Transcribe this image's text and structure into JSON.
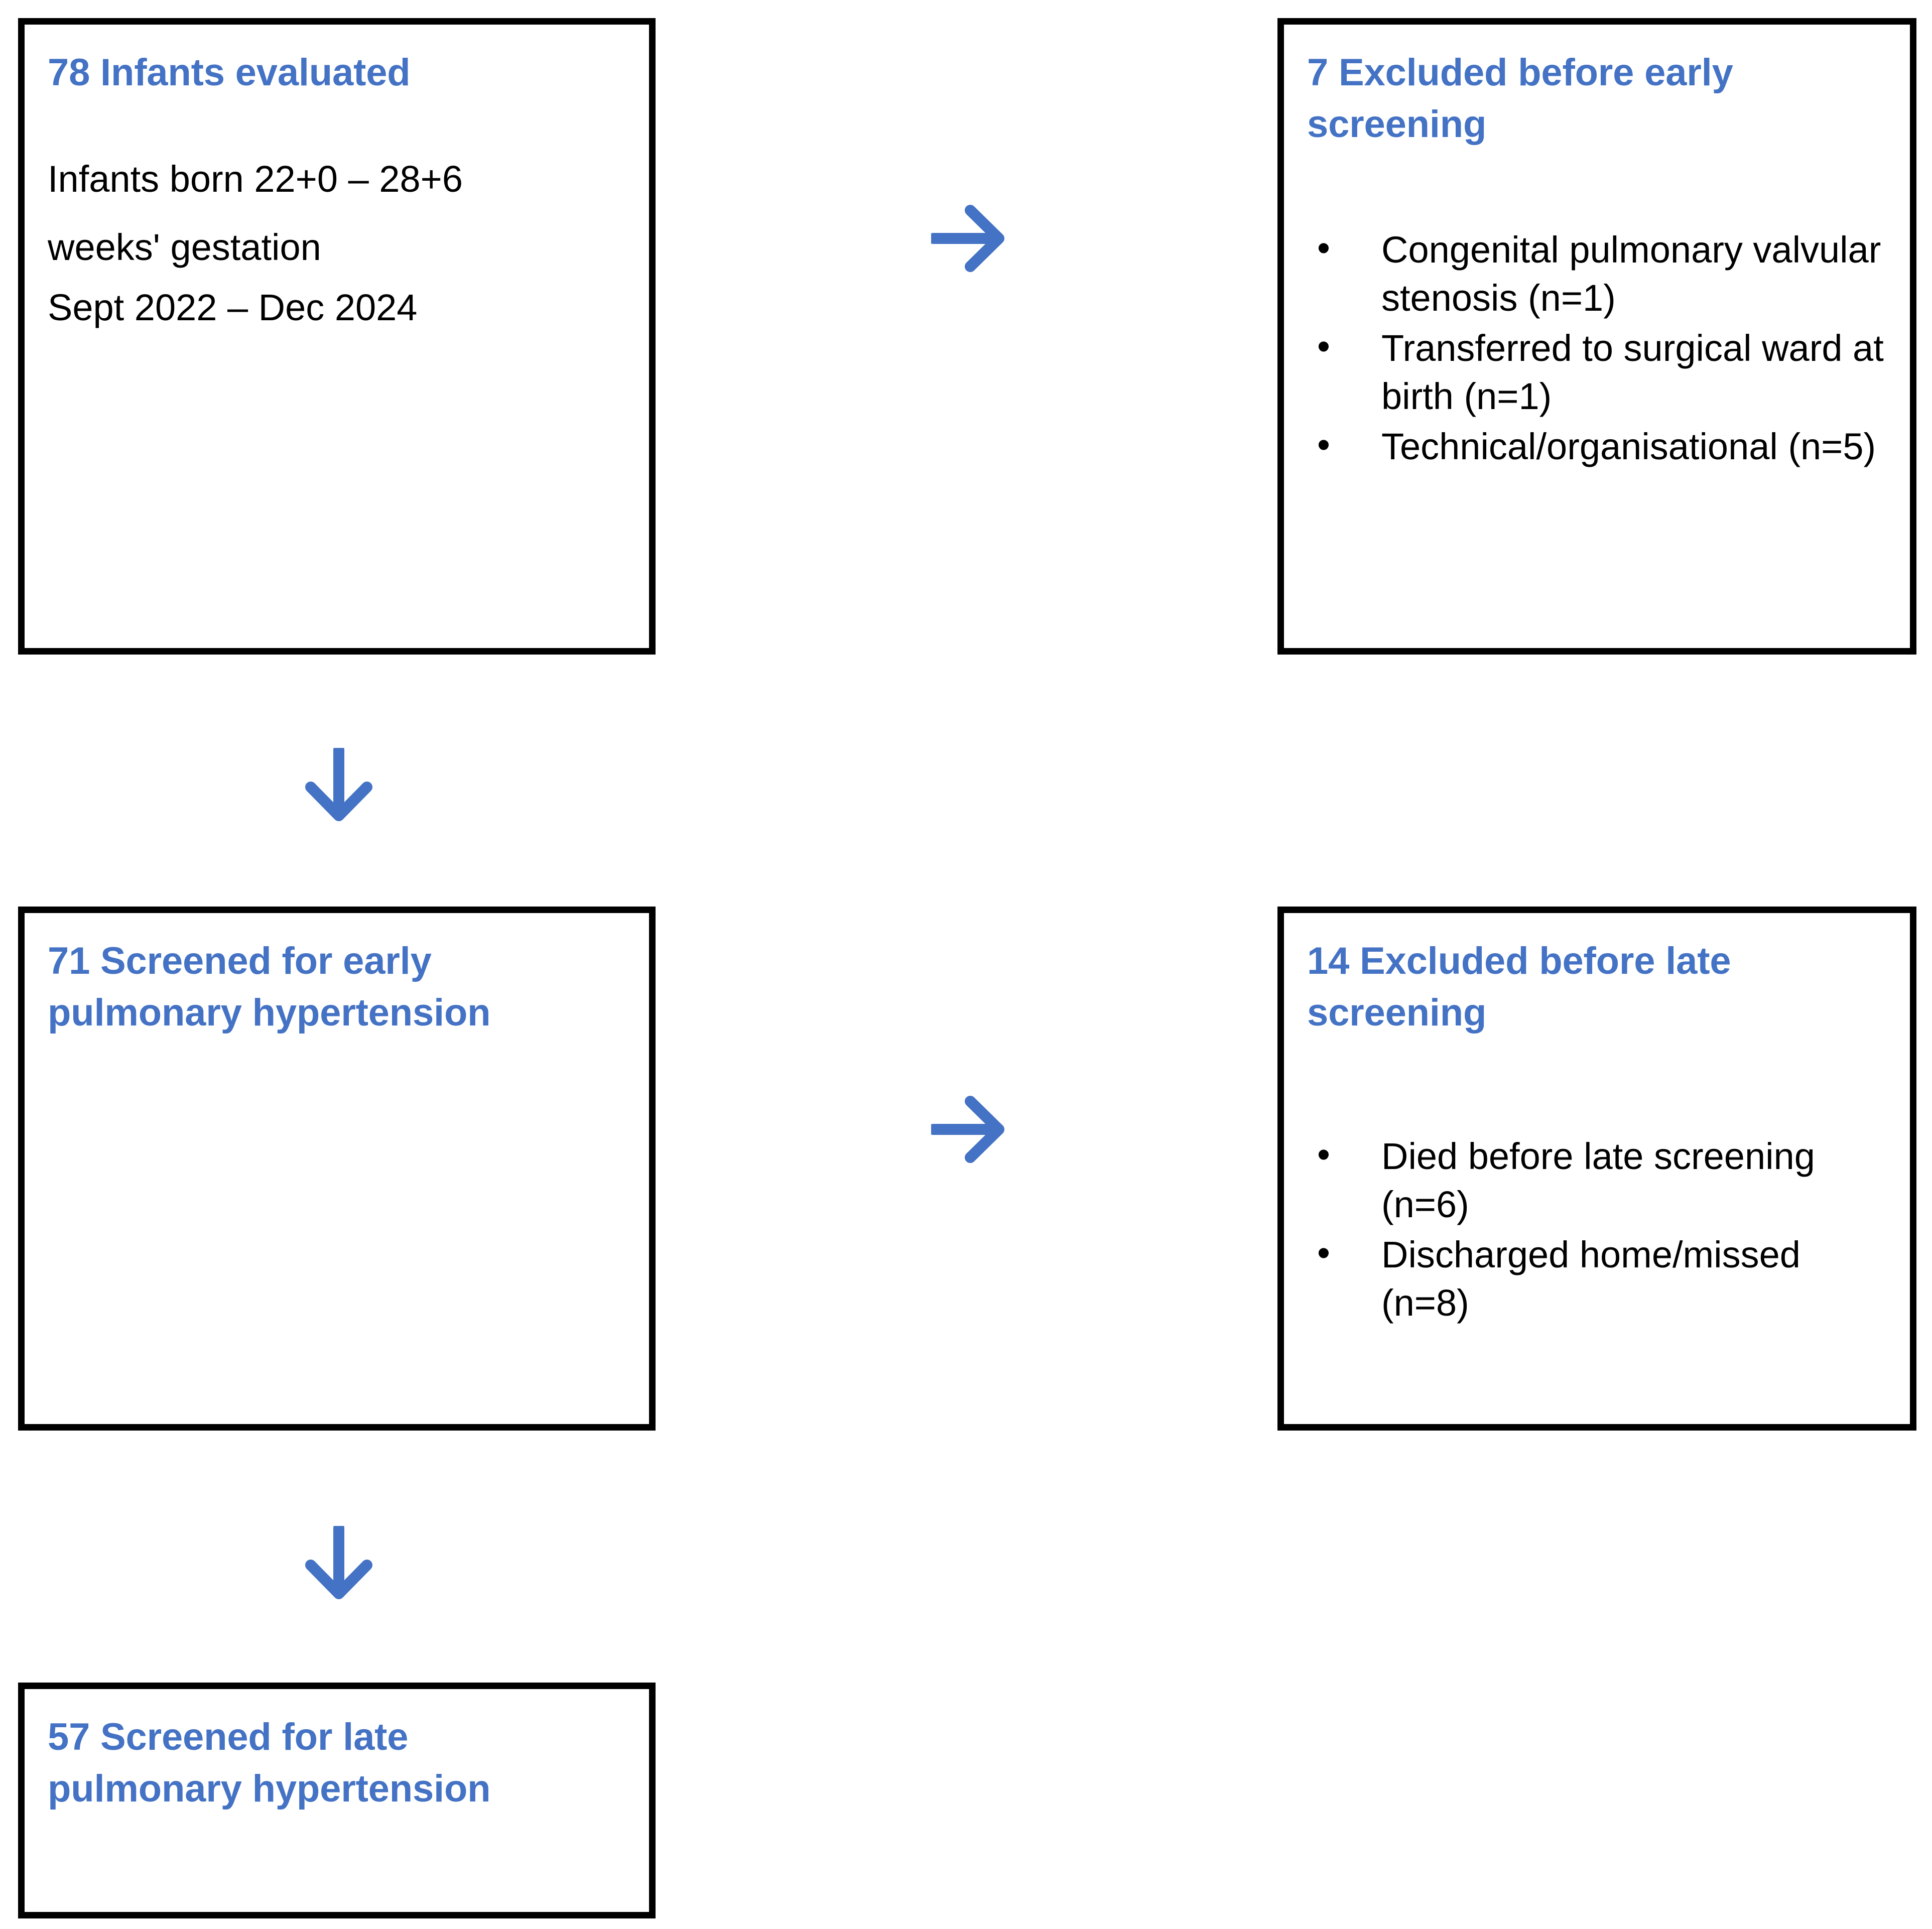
{
  "theme": {
    "accent_blue": "#4472C4",
    "border_black": "#000000",
    "text_black": "#000000",
    "background": "#ffffff"
  },
  "flowchart": {
    "type": "prisma-flow-diagram",
    "boxes": [
      {
        "id": "infants-evaluated",
        "title": "78 Infants evaluated",
        "count": 78,
        "body_lines": [
          "Infants born 22+0 – 28+6",
          "weeks' gestation",
          "Sept 2022 – Dec 2024"
        ],
        "bullets": []
      },
      {
        "id": "excluded-early",
        "title": "7 Excluded before early screening",
        "count": 7,
        "body_lines": [],
        "bullets": [
          "Congenital pulmonary valvular stenosis (n=1)",
          "Transferred to surgical ward at birth (n=1)",
          "Technical/organisational (n=5)"
        ]
      },
      {
        "id": "screened-early",
        "title": "71 Screened for early pulmonary hypertension",
        "count": 71,
        "body_lines": [],
        "bullets": []
      },
      {
        "id": "excluded-late",
        "title": "14 Excluded before late screening",
        "count": 14,
        "body_lines": [],
        "bullets": [
          "Died before late screening (n=6)",
          "Discharged home/missed (n=8)"
        ]
      },
      {
        "id": "screened-late",
        "title": "57 Screened for late pulmonary hypertension",
        "count": 57,
        "body_lines": [],
        "bullets": []
      }
    ],
    "arrows": [
      {
        "id": "arrow-right-early",
        "icon": "arrow-right-icon",
        "direction": "right",
        "from": "infants-evaluated",
        "to": "excluded-early"
      },
      {
        "id": "arrow-down-early",
        "icon": "arrow-down-icon",
        "direction": "down",
        "from": "infants-evaluated",
        "to": "screened-early"
      },
      {
        "id": "arrow-right-late",
        "icon": "arrow-right-icon",
        "direction": "right",
        "from": "screened-early",
        "to": "excluded-late"
      },
      {
        "id": "arrow-down-late",
        "icon": "arrow-down-icon",
        "direction": "down",
        "from": "screened-early",
        "to": "screened-late"
      }
    ]
  }
}
